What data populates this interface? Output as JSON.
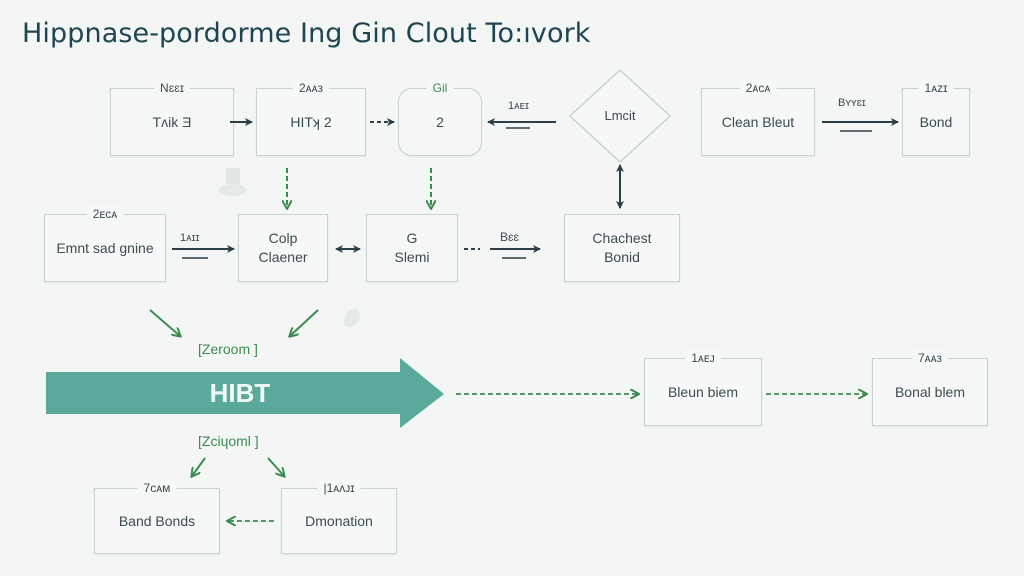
{
  "title": "Hippnase-pordorme Ing Gin Clout To:ıvork",
  "nodes": {
    "task": {
      "tag": "Nɛɛɪ",
      "label": "Tʌik Ǝ"
    },
    "hitk": {
      "tag": "2ᴀᴀᴈ",
      "label": "HITʞ 2"
    },
    "gil": {
      "tag": "Gil",
      "label": "2"
    },
    "limit": {
      "label": "Lmcit"
    },
    "clean_bleut": {
      "tag": "2ᴀᴄᴀ",
      "label": "Clean Bleut"
    },
    "bond": {
      "tag": "1ᴀᴢɪ",
      "label": "Bond"
    },
    "emnt": {
      "tag": "2ᴇᴄᴀ",
      "label": "Emnt sad gnine"
    },
    "colp": {
      "label_line1": "Colp",
      "label_line2": "Claener"
    },
    "g_slemi": {
      "label_line1": "G",
      "label_line2": "Slemi"
    },
    "chachest": {
      "label_line1": "Chachest",
      "label_line2": "Bonid"
    },
    "bleun": {
      "tag": "1ᴀᴇᴊ",
      "label": "Bleun biem"
    },
    "bonal": {
      "tag": "7ᴀᴀᴈ",
      "label": "Bonal blem"
    },
    "band": {
      "tag": "7ᴄᴀᴍ",
      "label": "Band Bonds"
    },
    "dmonation": {
      "tag": "|1ᴀᴧᴊɪ",
      "label": "Dmonation"
    }
  },
  "edge_labels": {
    "gil_limit": "1ᴀᴇɪ",
    "clean_bond": "Bʏʏɛɪ",
    "emnt_colp": "1ᴀɪɪ",
    "slemi_chachest": "Bɛɛ"
  },
  "main_flow": {
    "label": "HIBT",
    "top_annotation": "[Zeroom ]",
    "bottom_annotation": "[Zciɥoml ]"
  },
  "colors": {
    "accent_teal": "#5aa99b",
    "green_arrow": "#3d8a52",
    "dark_arrow": "#2c3e46",
    "node_border": "#c9d2d0",
    "background": "#f3f6f5"
  }
}
